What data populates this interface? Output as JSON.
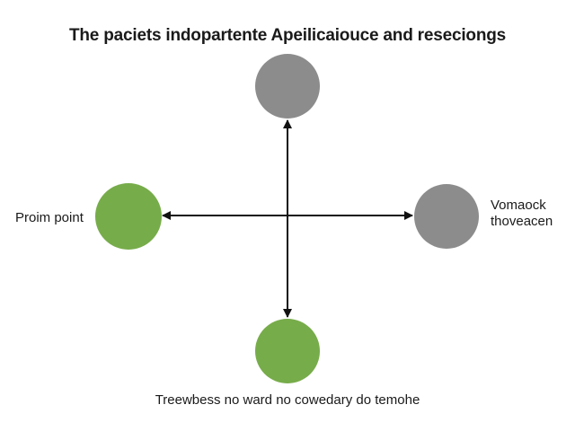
{
  "title": "The paciets indopartente Apeilicaiouce and reseciongs",
  "nodes": {
    "top": {
      "color": "#8c8c8c"
    },
    "left": {
      "label": "Proim point",
      "color": "#77ac4a"
    },
    "right": {
      "label_line1": "Vomaock",
      "label_line2": "thoveacen",
      "color": "#8c8c8c"
    },
    "bottom": {
      "label": "Treewbess no ward no cowedary do temohe",
      "color": "#77ac4a"
    }
  },
  "arrow_color": "#111111"
}
